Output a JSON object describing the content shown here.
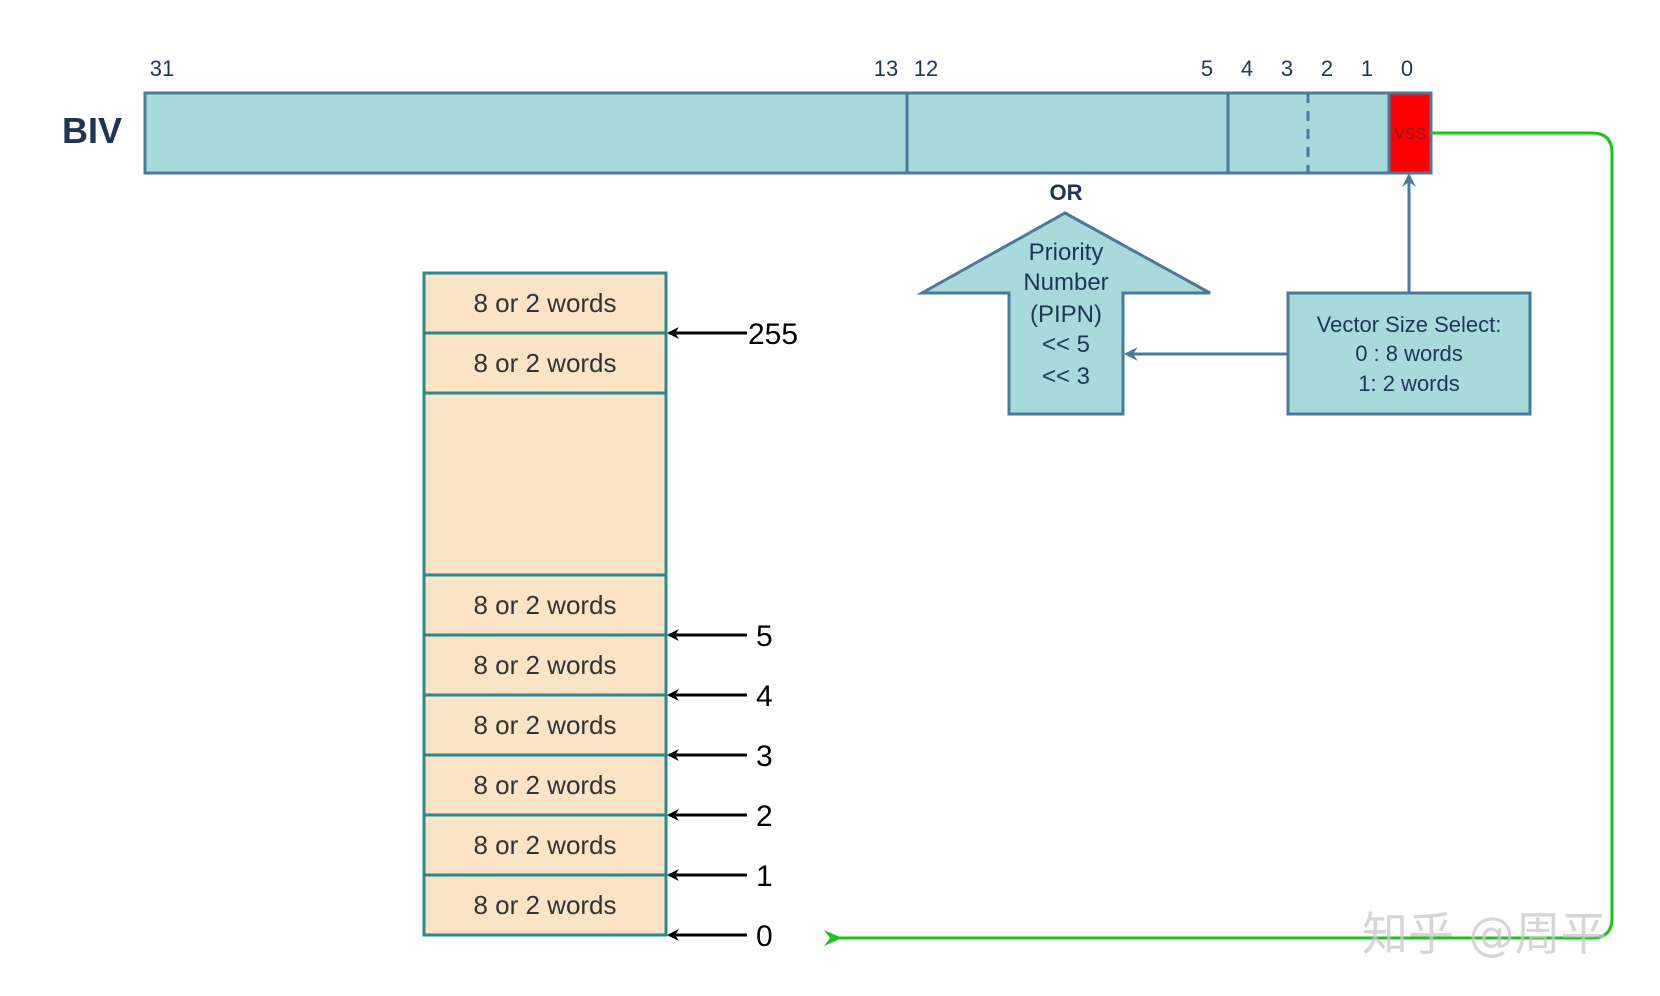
{
  "register": {
    "name": "BIV",
    "bit_labels": [
      "31",
      "13",
      "12",
      "5",
      "4",
      "3",
      "2",
      "1",
      "0"
    ],
    "vss_label": "VSS"
  },
  "or_label": "OR",
  "priority_arrow": {
    "lines": [
      "Priority",
      "Number",
      "(PIPN)",
      "<< 5",
      "<< 3"
    ]
  },
  "vss_box": {
    "lines": [
      "Vector Size Select:",
      "0 : 8 words",
      "1:  2 words"
    ]
  },
  "table": {
    "top_rows": [
      "8 or 2 words",
      "8 or 2 words"
    ],
    "bottom_rows": [
      "8 or 2 words",
      "8 or 2 words",
      "8 or 2 words",
      "8 or 2 words",
      "8 or 2 words",
      "8 or 2 words"
    ]
  },
  "index_labels": [
    "255",
    "5",
    "4",
    "3",
    "2",
    "1",
    "0"
  ],
  "watermark": "知乎 @周平",
  "colors": {
    "register_fill": "#a8dadc",
    "register_stroke": "#4a7a9b",
    "vss_fill": "#ff0000",
    "table_fill": "#fae3c6",
    "table_stroke": "#2a8a8a",
    "green_arrow": "#1ec21e",
    "dark_text": "#1f3555"
  }
}
